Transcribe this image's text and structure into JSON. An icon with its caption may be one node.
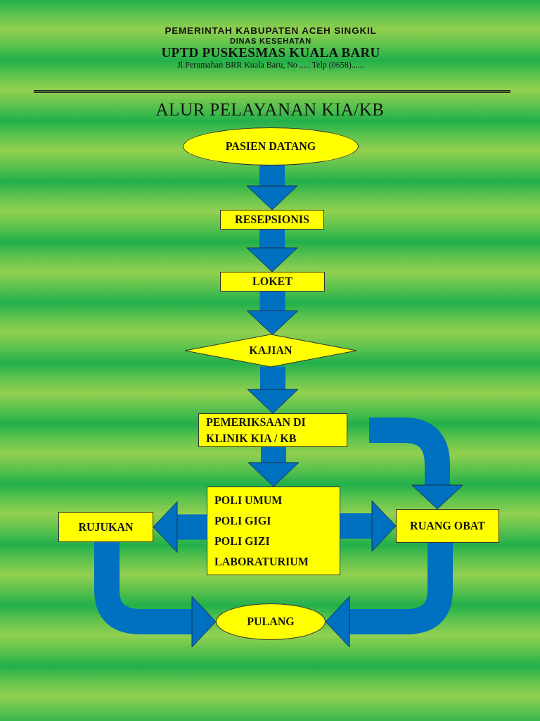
{
  "diagram": {
    "title": "ALUR PELAYANAN KIA/KB",
    "nodes": [
      {
        "text": [
          "PASIEN DATANG"
        ]
      },
      {
        "text": [
          "RESEPSIONIS"
        ]
      },
      {
        "text": [
          "LOKET"
        ]
      },
      {
        "text": [
          "KAJIAN"
        ]
      },
      {
        "text": [
          "PEMERIKSAAN DI KLINIK KIA / KB"
        ]
      },
      {
        "text": [
          "POLI UMUM",
          "POLI GIGI",
          "POLI GIZI",
          "LABORATURIUM"
        ]
      },
      {
        "text": [
          "RUJUKAN"
        ]
      },
      {
        "text": [
          "RUANG OBAT"
        ]
      },
      {
        "text": [
          "PULANG"
        ]
      }
    ],
    "edges": [
      {
        "from": 0,
        "to": 1,
        "arrow": "to"
      },
      {
        "from": 1,
        "to": 2,
        "arrow": "to"
      },
      {
        "from": 2,
        "to": 3,
        "arrow": "to"
      },
      {
        "from": 3,
        "to": 4,
        "arrow": "to"
      },
      {
        "from": 4,
        "to": 5,
        "arrow": "to"
      },
      {
        "from": 5,
        "to": 6,
        "arrow": "to"
      },
      {
        "from": 5,
        "to": 7,
        "arrow": "to"
      },
      {
        "from": null,
        "to": 7,
        "arrow": "to"
      },
      {
        "from": 6,
        "to": 8,
        "arrow": "to"
      },
      {
        "from": 7,
        "to": 8,
        "arrow": "to"
      }
    ],
    "labels": [
      "PEMERINTAH KABUPATEN ACEH SINGKIL",
      "DINAS KESEHATAN",
      "UPTD PUSKESMAS KUALA BARU",
      "Jl.Perumahan BRR Kuala Baru, No ..... Telp (0658)......"
    ]
  }
}
